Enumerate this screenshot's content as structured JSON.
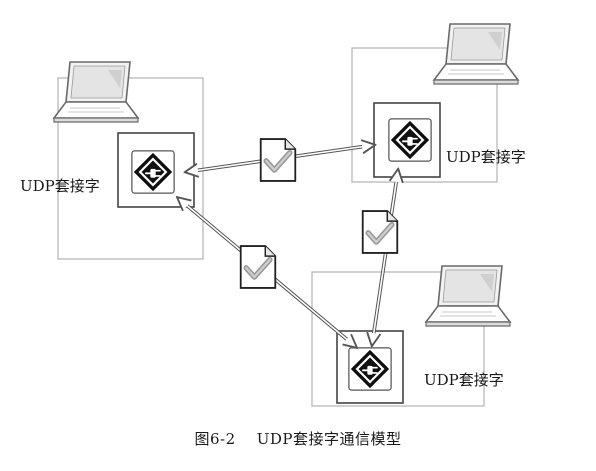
{
  "diagram": {
    "nodes": [
      {
        "id": "left",
        "label": "UDP套接字"
      },
      {
        "id": "right",
        "label": "UDP套接字"
      },
      {
        "id": "bottom",
        "label": "UDP套接字"
      }
    ],
    "links": [
      {
        "from": "right",
        "to": "left"
      },
      {
        "from": "bottom",
        "to": "left"
      },
      {
        "from": "bottom",
        "to": "right"
      }
    ],
    "icons": {
      "computer": "laptop-icon",
      "socket": "plug-diamond-icon",
      "packet": "document-check-icon"
    },
    "caption": "图6-2    UDP套接字通信模型"
  }
}
